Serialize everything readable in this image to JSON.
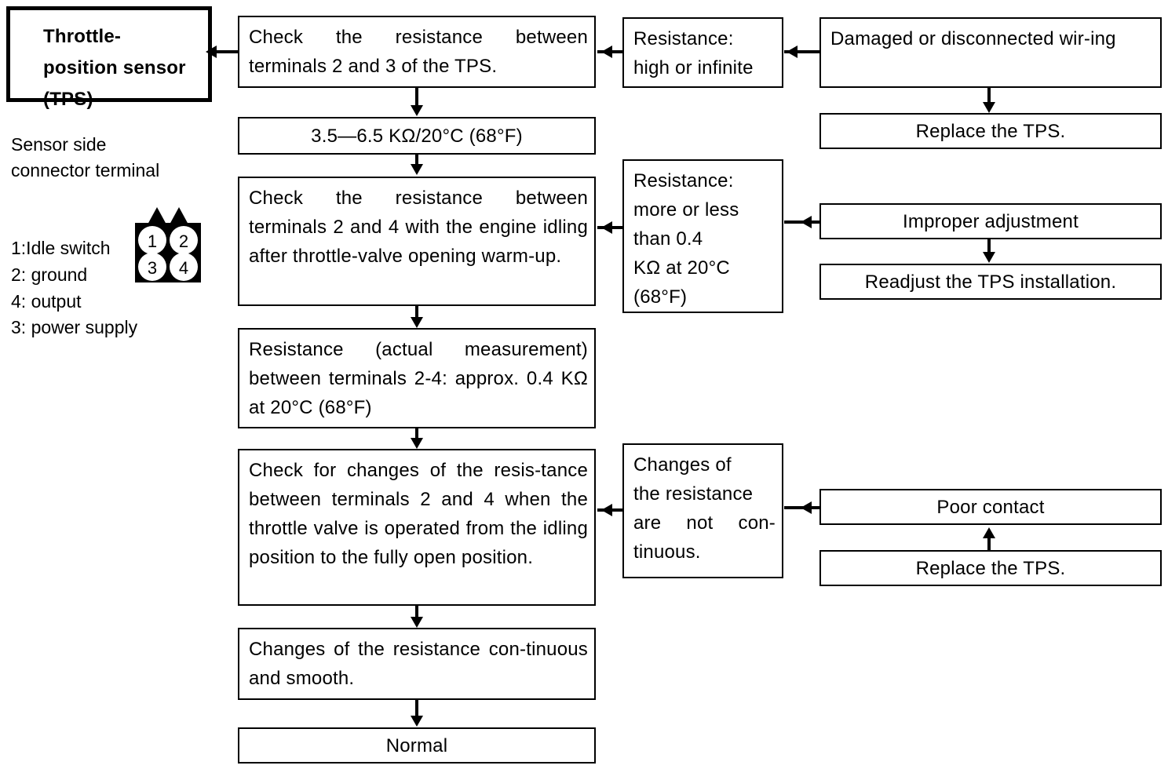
{
  "title_box": {
    "label": "Throttle-\nposition sensor\n(TPS)"
  },
  "legend": {
    "heading": "Sensor side\nconnector terminal",
    "terminals": [
      {
        "label": "1:Idle switch"
      },
      {
        "label": "2: ground"
      },
      {
        "label": "4: output"
      },
      {
        "label": "3: power supply"
      }
    ],
    "connector_pins": [
      "1",
      "2",
      "3",
      "4"
    ]
  },
  "main_column": [
    {
      "id": "check-2-3",
      "text": "Check the resistance between terminals 2 and 3 of the TPS."
    },
    {
      "id": "spec-2-3",
      "text": "3.5—6.5 KΩ/20°C (68°F)"
    },
    {
      "id": "check-2-4",
      "text": "Check the resistance between terminals 2 and 4 with the engine idling after throttle-valve opening warm-up."
    },
    {
      "id": "actual-2-4",
      "text": "Resistance (actual measurement) between terminals 2-4: approx. 0.4 KΩ at 20°C (68°F)"
    },
    {
      "id": "check-changes",
      "text": "Check for changes of the resis-tance between terminals 2 and 4 when the throttle valve is operated from the idling position to the fully open position."
    },
    {
      "id": "changes-smooth",
      "text": "Changes of the resistance con-tinuous and smooth."
    },
    {
      "id": "normal",
      "text": "Normal"
    }
  ],
  "fault_column": [
    {
      "id": "fault-high",
      "text": "Resistance:\nhigh or infinite"
    },
    {
      "id": "fault-0-4",
      "text": "Resistance:\nmore or less\nthan 0.4\nKΩ at 20°C\n(68°F)"
    },
    {
      "id": "fault-not-cont",
      "text": "Changes of\nthe resistance\nare not con-tinuous."
    }
  ],
  "remedy_column": [
    {
      "id": "cause-wiring",
      "text": "Damaged or disconnected wir-ing"
    },
    {
      "id": "remedy-replace1",
      "text": "Replace the TPS."
    },
    {
      "id": "cause-improper",
      "text": "Improper adjustment"
    },
    {
      "id": "remedy-readjust",
      "text": "Readjust the TPS installation."
    },
    {
      "id": "cause-poor",
      "text": "Poor contact"
    },
    {
      "id": "remedy-replace2",
      "text": "Replace the TPS."
    }
  ],
  "colors": {
    "ink": "#000000",
    "paper": "#ffffff"
  }
}
